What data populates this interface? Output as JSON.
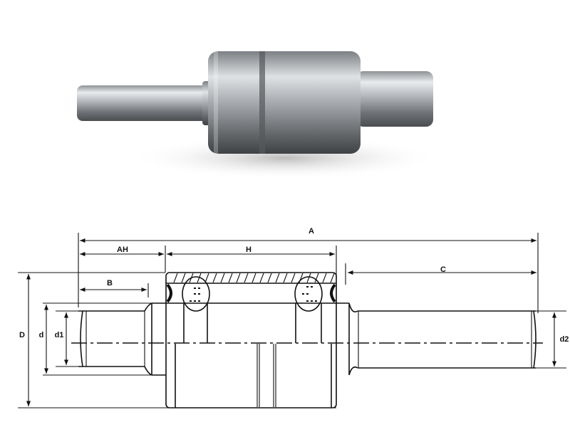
{
  "photo": {
    "subject": "water-pump-bearing-photo"
  },
  "diagram": {
    "labels": {
      "A": "A",
      "AH": "AH",
      "H": "H",
      "C": "C",
      "B": "B",
      "D": "D",
      "d": "d",
      "d1": "d1",
      "d2": "d2"
    }
  }
}
